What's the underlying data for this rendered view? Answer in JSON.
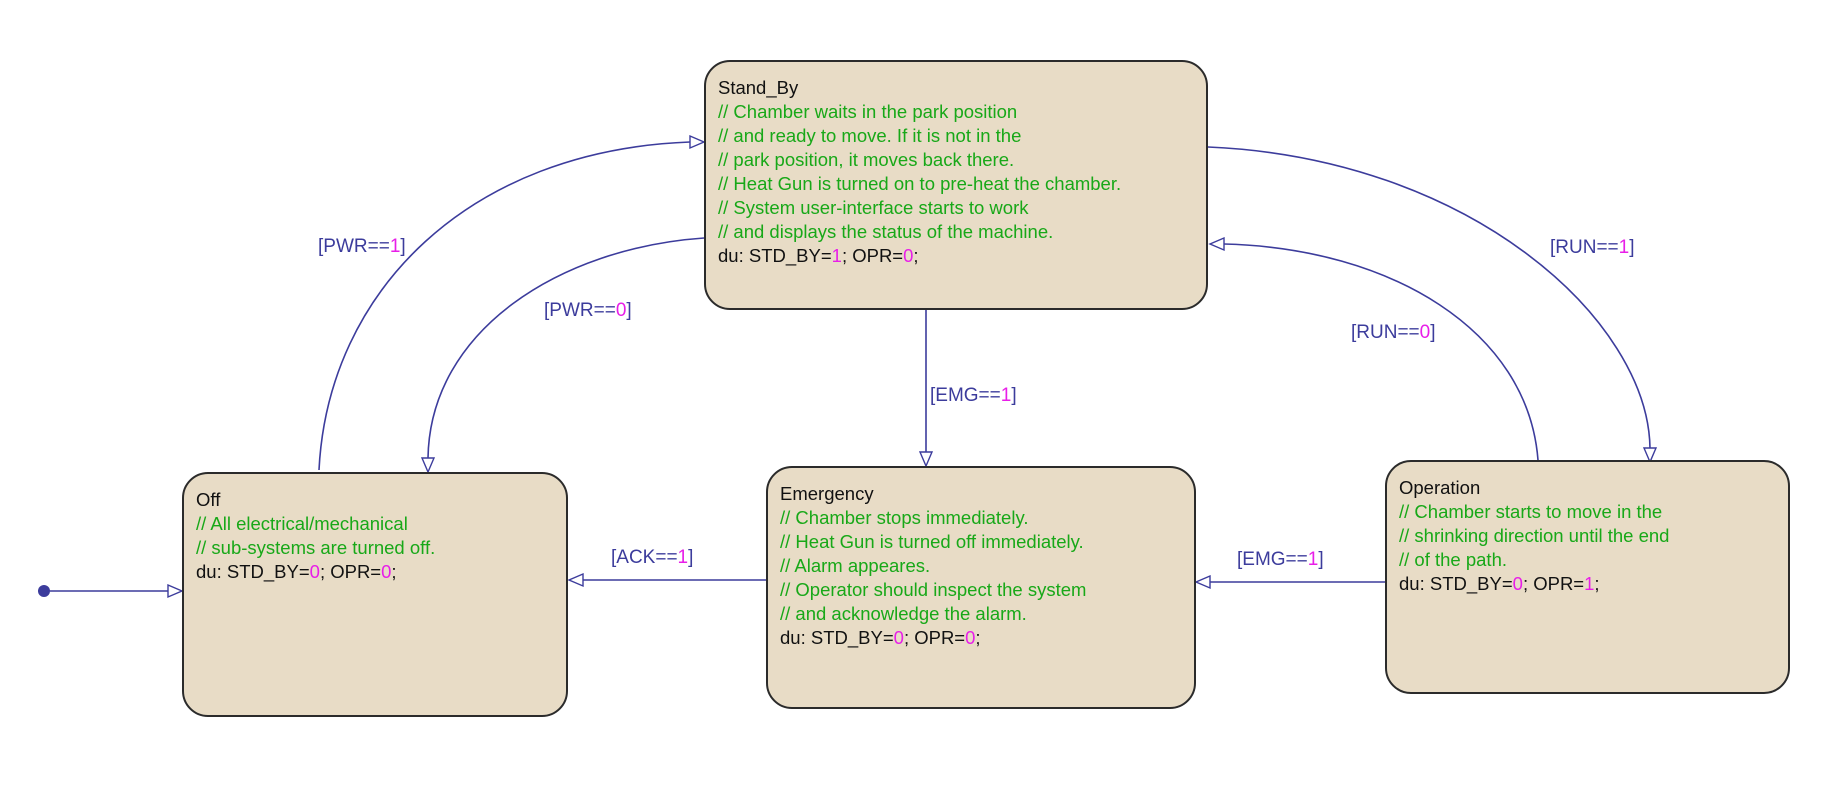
{
  "colors": {
    "state_fill": "#e8dcc6",
    "state_border": "#2b2b2b",
    "comment": "#18a818",
    "transition": "#3c3c9c",
    "number": "#e81ee8"
  },
  "states": {
    "stand_by": {
      "name": "Stand_By",
      "comments": [
        "// Chamber waits in the park position",
        "// and ready to move. If it is not in the",
        "// park position, it moves back there.",
        "// Heat Gun is turned on to pre-heat the chamber.",
        "// System user-interface starts to work",
        "// and displays the status of the machine."
      ],
      "du": {
        "prefix": "du: STD_BY=",
        "std_by": "1",
        "mid": "; OPR=",
        "opr": "0",
        "suffix": ";"
      }
    },
    "off": {
      "name": "Off",
      "comments": [
        "// All electrical/mechanical",
        "// sub-systems are turned off."
      ],
      "du": {
        "prefix": "du: STD_BY=",
        "std_by": "0",
        "mid": "; OPR=",
        "opr": "0",
        "suffix": ";"
      }
    },
    "emergency": {
      "name": "Emergency",
      "comments": [
        "// Chamber stops immediately.",
        "// Heat Gun is turned off immediately.",
        "// Alarm appeares.",
        "// Operator should inspect the system",
        "// and acknowledge the alarm."
      ],
      "du": {
        "prefix": "du: STD_BY=",
        "std_by": "0",
        "mid": "; OPR=",
        "opr": "0",
        "suffix": ";"
      }
    },
    "operation": {
      "name": "Operation",
      "comments": [
        "// Chamber starts to move in the",
        "// shrinking direction until the end",
        "// of the path."
      ],
      "du": {
        "prefix": "du: STD_BY=",
        "std_by": "0",
        "mid": "; OPR=",
        "opr": "1",
        "suffix": ";"
      }
    }
  },
  "transitions": {
    "pwr_on": {
      "text": "[PWR==",
      "value": "1",
      "close": "]"
    },
    "pwr_off": {
      "text": "[PWR==",
      "value": "0",
      "close": "]"
    },
    "run_on": {
      "text": "[RUN==",
      "value": "1",
      "close": "]"
    },
    "run_off": {
      "text": "[RUN==",
      "value": "0",
      "close": "]"
    },
    "emg_stdby": {
      "text": "[EMG==",
      "value": "1",
      "close": "]"
    },
    "emg_oper": {
      "text": "[EMG==",
      "value": "1",
      "close": "]"
    },
    "ack": {
      "text": "[ACK==",
      "value": "1",
      "close": "]"
    }
  }
}
